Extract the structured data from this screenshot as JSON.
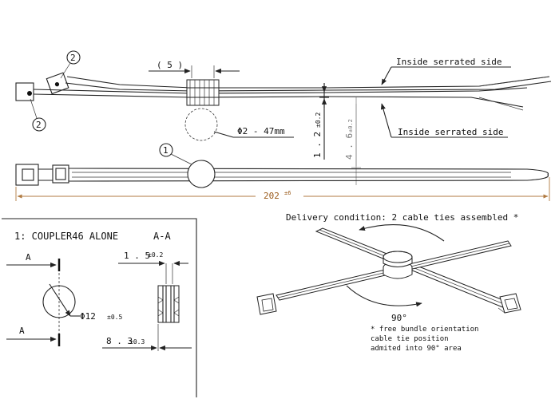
{
  "callouts": {
    "ref2": "2",
    "ref1": "1"
  },
  "top_view": {
    "dim_5": "( 5 )",
    "inside_serrated_top": "Inside serrated side",
    "inside_serrated_bottom": "Inside serrated side",
    "phi_label": "Φ2 - 47mm",
    "dim_1_2": "1 . 2",
    "dim_1_2_tol": "±0.2",
    "dim_4_6": "4 . 6",
    "dim_4_6_tol": "±0.2"
  },
  "length_dim": {
    "value": "202",
    "tol": "±6"
  },
  "detail": {
    "title": "1: COUPLER46 ALONE",
    "section": "A-A",
    "a_top": "A",
    "a_bottom": "A",
    "dim_1_5": "1 . 5",
    "dim_1_5_tol": "±0.2",
    "phi12": "Φ12",
    "phi12_tol": "±0.5",
    "dim_8_3": "8 . 3",
    "dim_8_3_tol": "±0.3"
  },
  "delivery": {
    "heading": "Delivery condition: 2 cable ties assembled *",
    "angle": "90°",
    "note1": "* free bundle orientation",
    "note2": "cable tie position",
    "note3": "admited into 90° area"
  }
}
